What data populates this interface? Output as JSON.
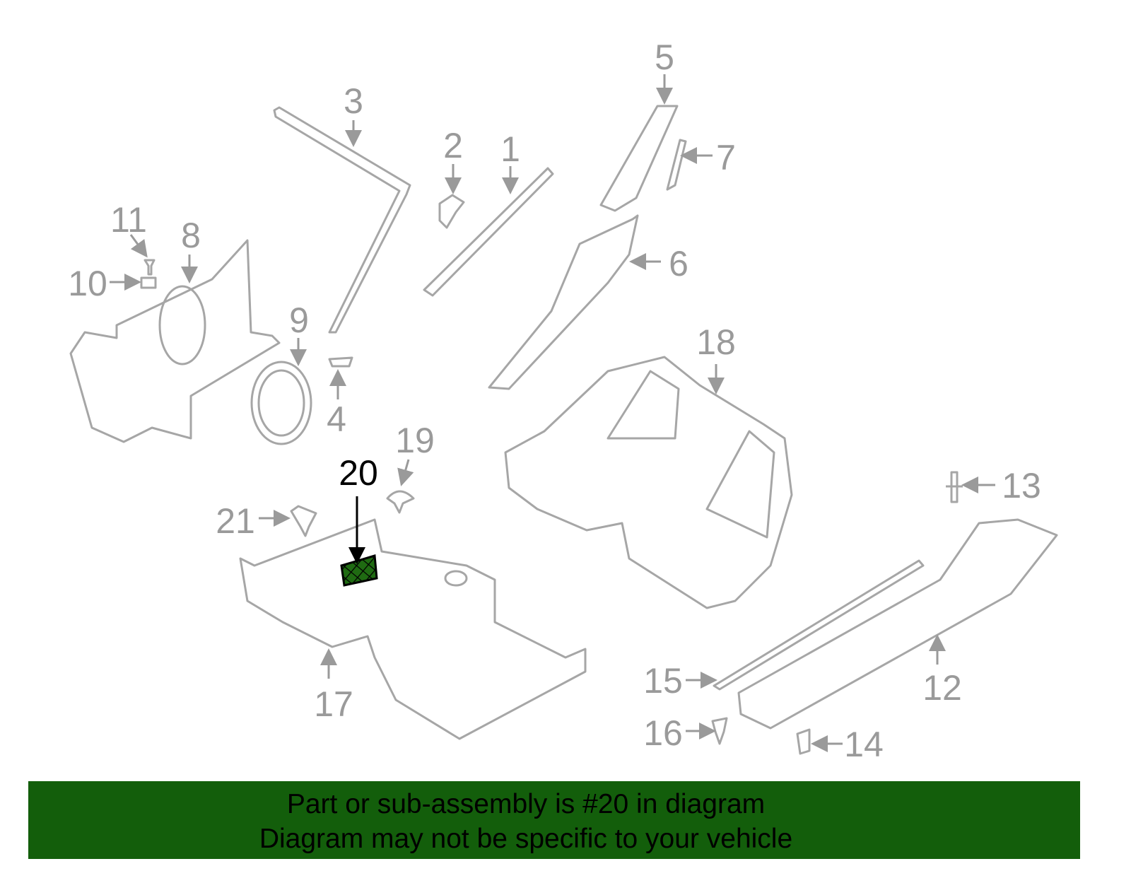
{
  "diagram": {
    "highlighted_part": "20",
    "highlight_color": "#1f6b12",
    "callouts": [
      "1",
      "2",
      "3",
      "4",
      "5",
      "6",
      "7",
      "8",
      "9",
      "10",
      "11",
      "12",
      "13",
      "14",
      "15",
      "16",
      "17",
      "18",
      "19",
      "20",
      "21"
    ]
  },
  "banner": {
    "line1": "Part or sub-assembly is #20 in diagram",
    "line2": "Diagram may not be specific to your vehicle",
    "color": "#135e0b"
  }
}
